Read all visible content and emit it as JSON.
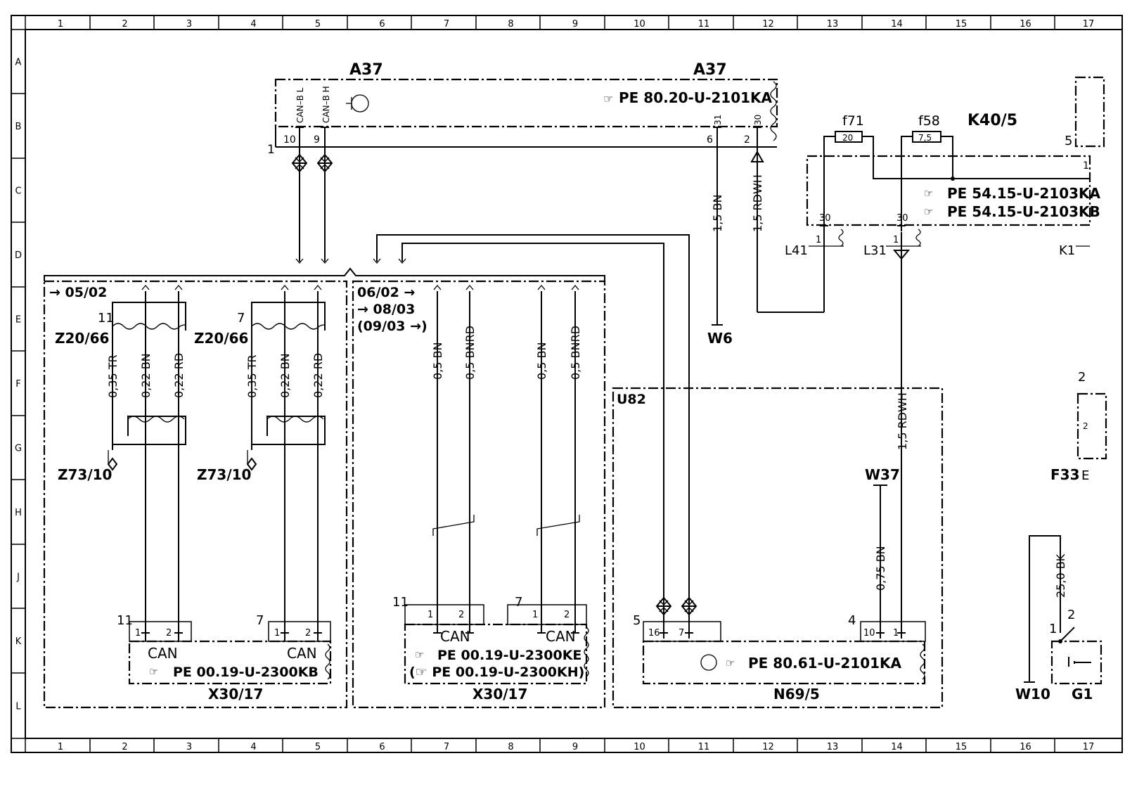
{
  "frame": {
    "columns": [
      "1",
      "2",
      "3",
      "4",
      "5",
      "6",
      "7",
      "8",
      "9",
      "10",
      "11",
      "12",
      "13",
      "14",
      "15",
      "16",
      "17"
    ],
    "rows": [
      "A",
      "B",
      "C",
      "D",
      "E",
      "F",
      "G",
      "H",
      "J",
      "K",
      "L"
    ]
  },
  "a37": {
    "label_left": "A37",
    "label_right": "A37",
    "ref": "PE 80.20-U-2101KA",
    "conn": "1",
    "pins": [
      {
        "pin": "10",
        "signal": "CAN–B L"
      },
      {
        "pin": "9",
        "signal": "CAN–B H"
      },
      {
        "pin": "6",
        "signal": "31"
      },
      {
        "pin": "2",
        "signal": "30"
      }
    ]
  },
  "wires_top": {
    "w6_color": "1,5 BN",
    "rdwh_color": "1,5 RDWH",
    "ground": "W6"
  },
  "k40": {
    "label": "K40/5",
    "fuses": [
      {
        "name": "f71",
        "rating": "20"
      },
      {
        "name": "f58",
        "rating": "7,5"
      }
    ],
    "ref1": "PE 54.15-U-2103KA",
    "ref2": "PE 54.15-U-2103KB",
    "pin30a": "30",
    "pin30b": "30",
    "pin1a": "1",
    "pin1b": "1",
    "l41": "L41",
    "l31": "L31",
    "k1": "K1",
    "k1_pin": "1",
    "right_pin": "5"
  },
  "section_left": {
    "date": "→ 05/02",
    "groups": [
      {
        "pin": "11",
        "z20": "Z20/66",
        "z73": "Z73/10",
        "c1": "0,35 TR",
        "c2": "0,22 BN",
        "c3": "0,22 RD"
      },
      {
        "pin": "7",
        "z20": "Z20/66",
        "z73": "Z73/10",
        "c1": "0,35 TR",
        "c2": "0,22 BN",
        "c3": "0,22 RD"
      }
    ],
    "x30_pins": [
      "1",
      "2"
    ],
    "can": "CAN",
    "ref": "PE 00.19-U-2300KB",
    "label": "X30/17"
  },
  "section_mid": {
    "date1": "06/02 →",
    "date2": "→ 08/03",
    "date3": "(09/03 →)",
    "colors": [
      "0,5 BN",
      "0,5 BNRD",
      "0,5 BN",
      "0,5 BNRD"
    ],
    "pin_left": "11",
    "pin_right": "7",
    "x30_pins": [
      "1",
      "2"
    ],
    "can": "CAN",
    "ref1": "PE 00.19-U-2300KE",
    "ref2": "(☞ PE 00.19-U-2300KH)",
    "label": "X30/17"
  },
  "u82": {
    "label": "U82",
    "ref": "PE 80.61-U-2101KA",
    "n69": "N69/5",
    "pin_left": "5",
    "pin_right": "4",
    "pins": [
      "16",
      "7",
      "10",
      "1"
    ],
    "w37": "W37",
    "w37_color": "0,75 BN",
    "rdwh": "1,5 RDWH"
  },
  "right_edge": {
    "f33": "F33",
    "e": "E",
    "g1": "G1",
    "w10": "W10",
    "bk": "25,0 BK",
    "pin2": "2",
    "pin1": "1",
    "f33_pin": "2",
    "f33_inner": "2"
  }
}
